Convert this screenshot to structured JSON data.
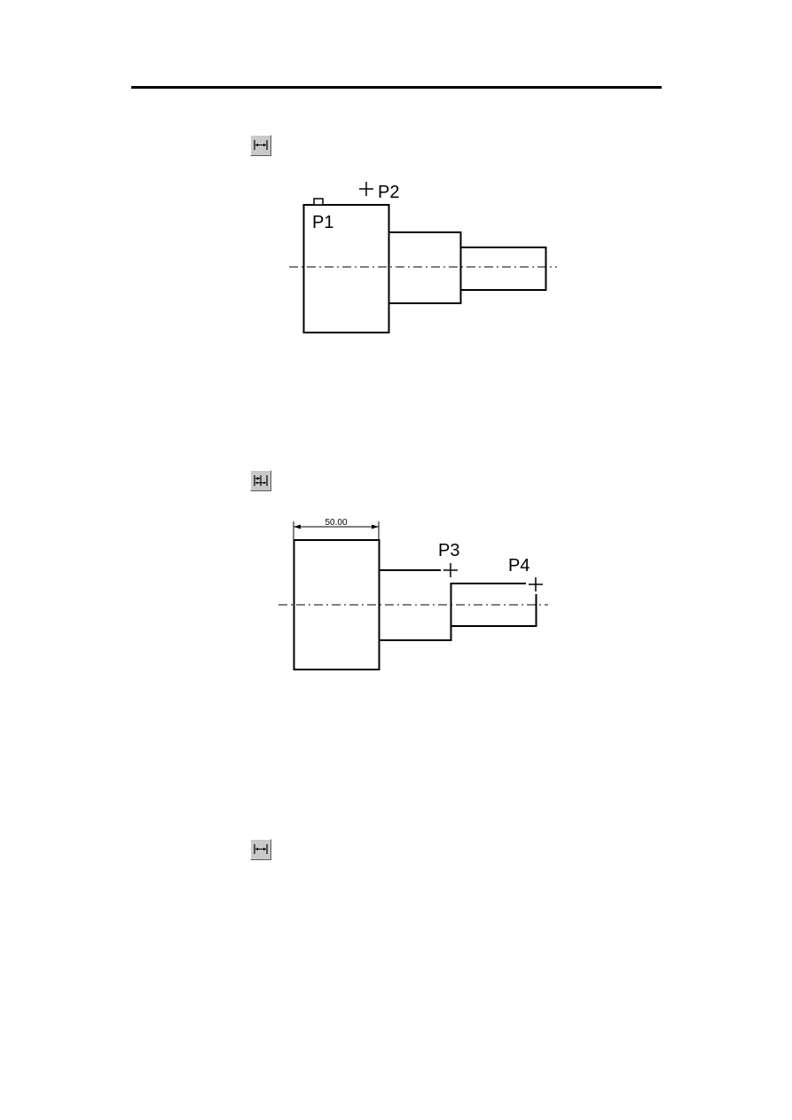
{
  "toolbar": {
    "buttons": [
      {
        "icon": "linear-dimension-icon"
      },
      {
        "icon": "continuous-dimension-icon"
      },
      {
        "icon": "linear-dimension-icon"
      }
    ]
  },
  "figure1": {
    "points": {
      "p1": "P1",
      "p2": "P2"
    }
  },
  "figure2": {
    "dimension_value": "50.00",
    "points": {
      "p3": "P3",
      "p4": "P4"
    }
  }
}
